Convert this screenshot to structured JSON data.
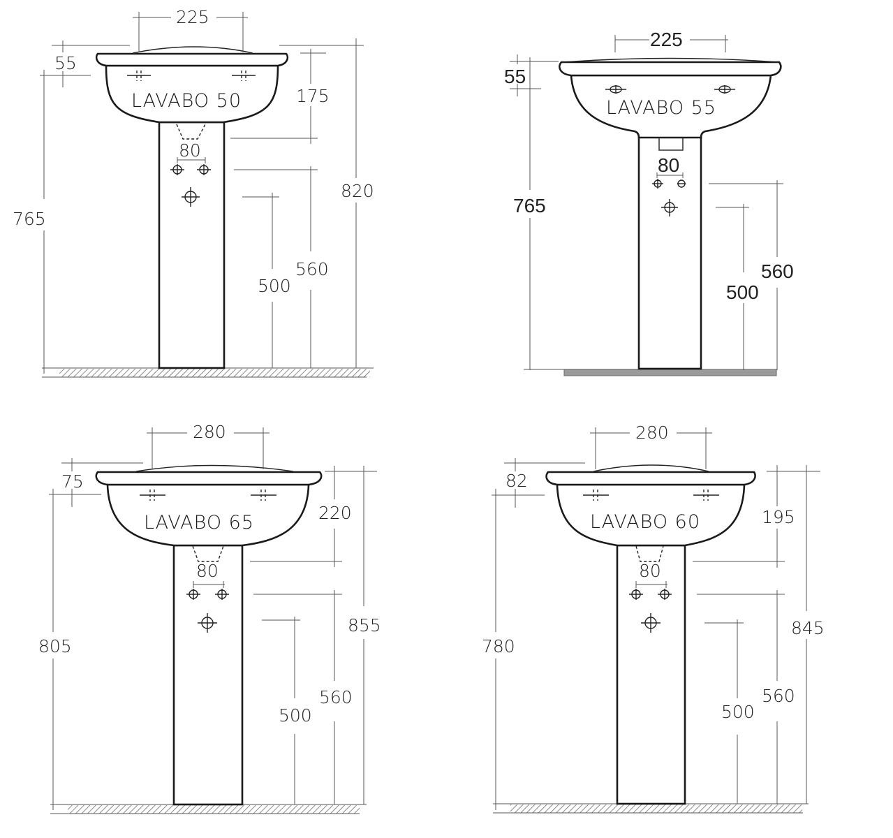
{
  "diagrams": [
    {
      "model": "LAVABO 50",
      "dimensions": {
        "bowl_hole_spacing": "225",
        "rim_height": "55",
        "drain_depth": "175",
        "tap_hole_spacing": "80",
        "height_to_rim_low": "765",
        "total_height": "820",
        "supply_height": "560",
        "waste_height": "500"
      }
    },
    {
      "model": "LAVABO 55",
      "dimensions": {
        "bowl_hole_spacing": "225",
        "rim_height": "55",
        "tap_hole_spacing": "80",
        "height_to_rim_low": "765",
        "supply_height": "560",
        "waste_height": "500"
      }
    },
    {
      "model": "LAVABO 65",
      "dimensions": {
        "bowl_hole_spacing": "280",
        "rim_height": "75",
        "drain_depth": "220",
        "tap_hole_spacing": "80",
        "height_to_rim_low": "805",
        "total_height": "855",
        "supply_height": "560",
        "waste_height": "500"
      }
    },
    {
      "model": "LAVABO 60",
      "dimensions": {
        "bowl_hole_spacing": "280",
        "rim_height": "82",
        "drain_depth": "195",
        "tap_hole_spacing": "80",
        "height_to_rim_low": "780",
        "total_height": "845",
        "supply_height": "560",
        "waste_height": "500"
      }
    }
  ]
}
